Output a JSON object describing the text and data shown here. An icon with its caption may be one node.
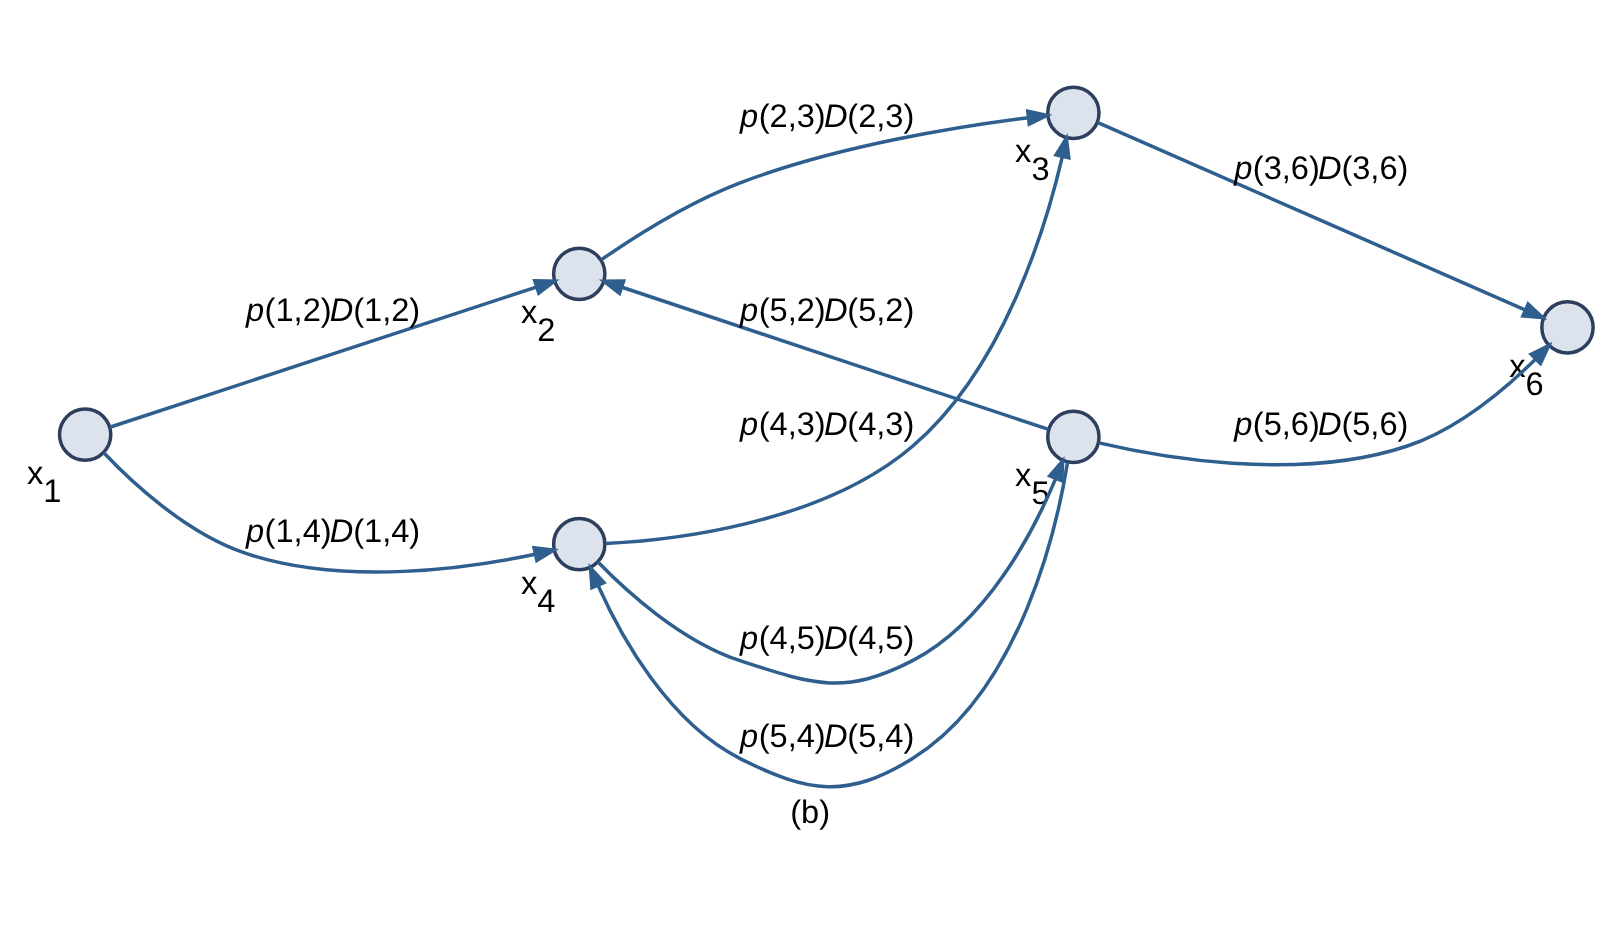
{
  "diagram": {
    "caption": "(b)",
    "nodes": [
      {
        "text": [],
        "shape": "circle",
        "beside": [
          "x$_{1}$"
        ]
      },
      {
        "text": [],
        "shape": "circle",
        "beside": [
          "x$_{2}$"
        ]
      },
      {
        "text": [],
        "shape": "circle",
        "beside": [
          "x$_{3}$"
        ]
      },
      {
        "text": [],
        "shape": "circle",
        "beside": [
          "x$_{4}$"
        ]
      },
      {
        "text": [],
        "shape": "circle",
        "beside": [
          "x$_{5}$"
        ]
      },
      {
        "text": [],
        "shape": "circle",
        "beside": [
          "x$_{6}$"
        ]
      }
    ],
    "edges": [
      {
        "from": 0,
        "to": 1,
        "arrow": "to",
        "label": "*p*(1,2)*D*(1,2)"
      },
      {
        "from": 0,
        "to": 3,
        "arrow": "to",
        "label": "*p*(1,4)*D*(1,4)"
      },
      {
        "from": 1,
        "to": 2,
        "arrow": "to",
        "label": "*p*(2,3)*D*(2,3)"
      },
      {
        "from": 3,
        "to": 2,
        "arrow": "to",
        "label": "*p*(4,3)*D*(4,3)"
      },
      {
        "from": 4,
        "to": 1,
        "arrow": "to",
        "label": "*p*(5,2)*D*(5,2)"
      },
      {
        "from": 3,
        "to": 4,
        "arrow": "to",
        "label": "*p*(4,5)*D*(4,5)"
      },
      {
        "from": 2,
        "to": 5,
        "arrow": "to",
        "label": "*p*(3,6)*D*(3,6)"
      },
      {
        "from": 4,
        "to": 5,
        "arrow": "to",
        "label": "*p*(5,6)*D*(5,6)"
      },
      {
        "from": 4,
        "to": 3,
        "arrow": "to",
        "label": "*p*(5,4)*D*(5,4)"
      }
    ]
  }
}
